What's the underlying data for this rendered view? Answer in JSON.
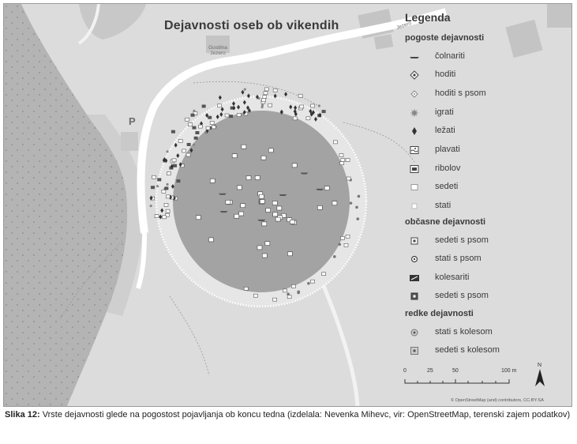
{
  "map": {
    "title": "Dejavnosti oseb ob vikendih",
    "labels": {
      "parking": "P",
      "inn_line1": "Gostilna",
      "inn_line2": "Jezero",
      "lake_road": "Jezero"
    },
    "colors": {
      "forest": "#b4b4b4",
      "background": "#dcdcdc",
      "lake": "#a3a3a3",
      "road": "#ffffff",
      "building": "#c4c4c4"
    }
  },
  "legend": {
    "title": "Legenda",
    "groups": [
      {
        "name": "pogoste dejavnosti",
        "items": [
          {
            "label": "čolnariti",
            "icon": "boat-icon"
          },
          {
            "label": "hoditi",
            "icon": "walking-icon"
          },
          {
            "label": "hoditi s psom",
            "icon": "walking-with-dog-icon"
          },
          {
            "label": "igrati",
            "icon": "playing-icon"
          },
          {
            "label": "ležati",
            "icon": "lying-icon"
          },
          {
            "label": "plavati",
            "icon": "swimming-icon"
          },
          {
            "label": "ribolov",
            "icon": "fishing-icon"
          },
          {
            "label": "sedeti",
            "icon": "sitting-icon"
          },
          {
            "label": "stati",
            "icon": "standing-icon"
          }
        ]
      },
      {
        "name": "občasne dejavnosti",
        "items": [
          {
            "label": "sedeti s psom",
            "icon": "sitting-with-dog-icon"
          },
          {
            "label": "stati s psom",
            "icon": "standing-with-dog-icon"
          },
          {
            "label": "kolesariti",
            "icon": "cycling-icon"
          },
          {
            "label": "sedeti s psom",
            "icon": "sitting-with-dog-alt-icon"
          }
        ]
      },
      {
        "name": "redke dejavnosti",
        "items": [
          {
            "label": "stati s kolesom",
            "icon": "standing-with-bike-icon"
          },
          {
            "label": "sedeti s kolesom",
            "icon": "sitting-with-bike-icon"
          }
        ]
      }
    ]
  },
  "scale": {
    "ticks": [
      "0",
      "25",
      "50",
      "100 m"
    ]
  },
  "north_arrow": "N",
  "attribution": "© OpenStreetMap (and) contributors, CC-BY-SA",
  "caption": {
    "label": "Slika 12:",
    "text": " Vrste dejavnosti glede na pogostost pojavljanja ob koncu tedna (izdelala: Nevenka Mihevc, vir: OpenStreetMap, terenski zajem podatkov)"
  }
}
